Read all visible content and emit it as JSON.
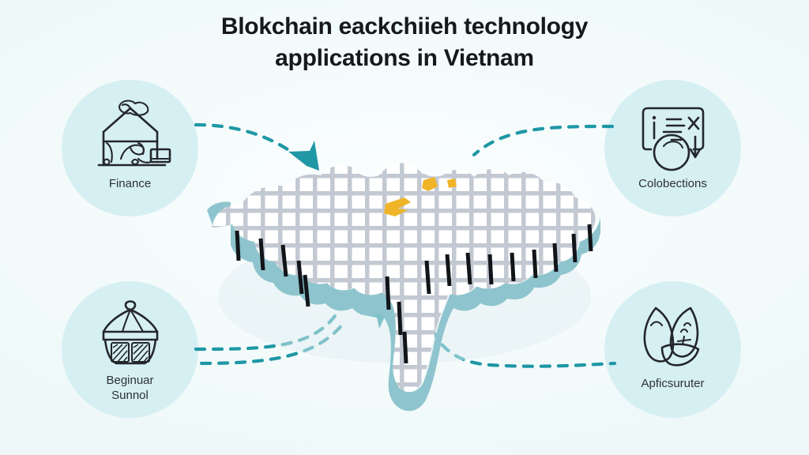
{
  "title": {
    "line1": "Blokchain eackchiieh technology",
    "line2": "applications in Vietnam"
  },
  "nodes": [
    {
      "id": "finance",
      "label": "Finance",
      "icon": "bank-building-icon",
      "position": "top-left"
    },
    {
      "id": "connections",
      "label": "Colobections",
      "icon": "board-chart-icon",
      "position": "top-right"
    },
    {
      "id": "supply",
      "label": "Beginuar\nSunnol",
      "icon": "basket-container-icon",
      "position": "bottom-left"
    },
    {
      "id": "agriculture",
      "label": "Apficsuruter",
      "icon": "leaves-icon",
      "position": "bottom-right"
    }
  ],
  "center": {
    "name": "vietnam-map-blob",
    "description": "Abstract grid-filled landmass with teal coastal band and yellow accent marks"
  },
  "connectors": [
    {
      "name": "connector-finance-to-map",
      "from": "finance",
      "to": "center",
      "style": "dashed-arrow",
      "arrowhead": true
    },
    {
      "name": "connector-connections-to-map",
      "from": "connections",
      "to": "center",
      "style": "dashed",
      "arrowhead": false
    },
    {
      "name": "connector-supply-to-map",
      "from": "supply",
      "to": "center",
      "style": "dashed-arrow",
      "arrowhead": true
    },
    {
      "name": "connector-agriculture-to-map",
      "from": "agriculture",
      "to": "center",
      "style": "dashed",
      "arrowhead": false
    }
  ],
  "colors": {
    "background": "#f2fafa",
    "node_circle": "#d6eff3",
    "connector": "#1f97a5",
    "map_band": "#8ec4cd",
    "map_grid": "#c3c9d2",
    "map_fill": "#ffffff",
    "accent_yellow": "#f0b429",
    "title_text": "#16181c",
    "label_text": "#2c3135",
    "sketch_stroke": "#23272b"
  }
}
